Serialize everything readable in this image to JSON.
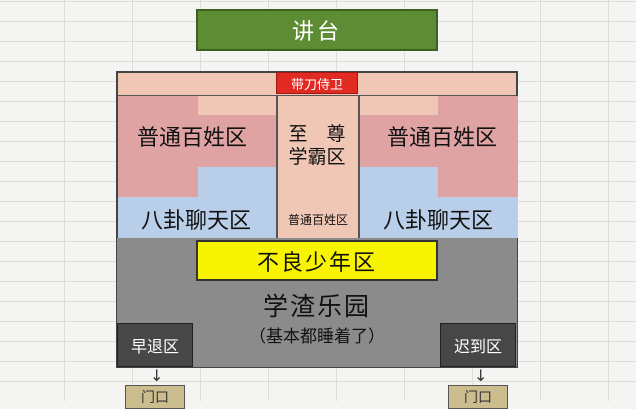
{
  "podium": {
    "label": "讲台"
  },
  "guard": {
    "label": "带刀侍卫"
  },
  "areas": {
    "commoner_left": "普通百姓区",
    "commoner_right": "普通百姓区",
    "supreme_top": "至　尊",
    "supreme_bottom": "学霸区",
    "gossip_left": "八卦聊天区",
    "gossip_right": "八卦聊天区",
    "commoner_center": "普通百姓区",
    "delinquent": "不良少年区",
    "paradise_title": "学渣乐园",
    "paradise_note": "（基本都睡着了）",
    "leave_early": "早退区",
    "late": "迟到区"
  },
  "doors": {
    "left": "门口",
    "right": "门口"
  },
  "arrow": "↓",
  "colors": {
    "podium": "#5e8c34",
    "pink": "#f0c7b5",
    "rose": "#e0a3a3",
    "blue": "#b9cfe9",
    "yellow": "#f8f400",
    "gray": "#8b8b8b",
    "dark": "#474747",
    "guard": "#e02a22"
  }
}
